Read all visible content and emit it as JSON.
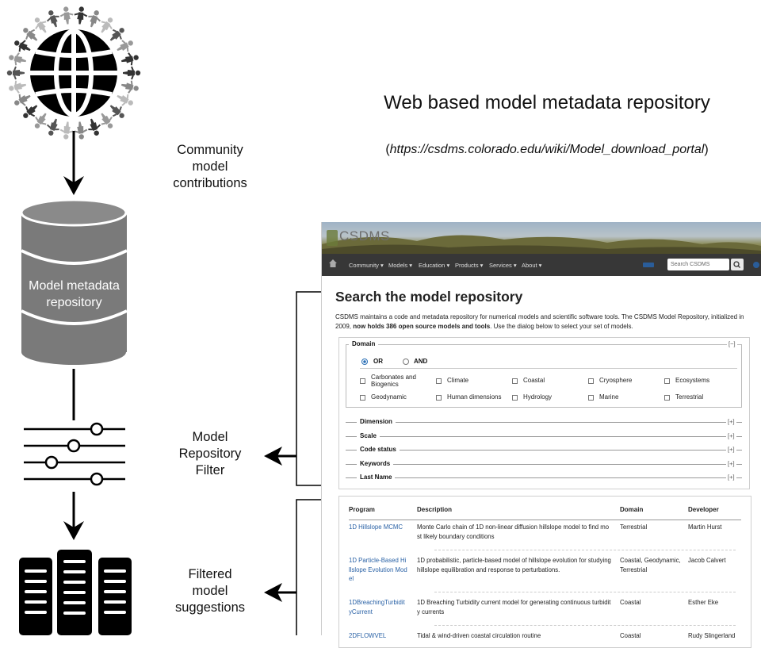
{
  "diagram": {
    "labels": {
      "community": "Community\nmodel\ncontributions",
      "db": "Model metadata\nrepository",
      "filter": "Model\nRepository\nFilter",
      "suggestions": "Filtered\nmodel\nsuggestions"
    },
    "title": "Web based model metadata repository",
    "url": "https://csdms.colorado.edu/wiki/Model_download_portal",
    "icons": [
      "globe-people-icon",
      "database-icon",
      "filter-sliders-icon",
      "servers-icon"
    ]
  },
  "site": {
    "brand": "CSDMS",
    "nav": [
      "Community ▾",
      "Models ▾",
      "Education ▾",
      "Products ▾",
      "Services ▾",
      "About ▾"
    ],
    "search_placeholder": "Search CSDMS",
    "page_title": "Search the model repository",
    "intro_a": "CSDMS maintains a code and metadata repository for numerical models and scientific software tools. The CSDMS Model Repository, initialized in 2009, ",
    "intro_bold": "now holds 386 open source models and tools",
    "intro_b": ". Use the dialog below to select your set of models."
  },
  "filter": {
    "domain_title": "Domain",
    "domain_toggle": "[−]",
    "or": "OR",
    "and": "AND",
    "domains": [
      "Carbonates and Biogenics",
      "Climate",
      "Coastal",
      "Cryosphere",
      "Ecosystems",
      "Geodynamic",
      "Human dimensions",
      "Hydrology",
      "Marine",
      "Terrestrial"
    ],
    "collapsed": [
      "Dimension",
      "Scale",
      "Code status",
      "Keywords",
      "Last Name"
    ],
    "collapsed_toggle": "[+]"
  },
  "table": {
    "headers": [
      "Program",
      "Description",
      "Domain",
      "Developer"
    ],
    "rows": [
      {
        "program": "1D Hillslope MCMC",
        "description": "Monte Carlo chain of 1D non-linear diffusion hillslope model to find most likely boundary conditions",
        "domain": "Terrestrial",
        "developer": "Martin Hurst"
      },
      {
        "program": "1D Particle-Based Hillslope Evolution Model",
        "description": "1D probabilistic, particle-based model of hillslope evolution for studying hillslope equilibration and response to perturbations.",
        "domain": "Coastal, Geodynamic, Terrestrial",
        "developer": "Jacob Calvert"
      },
      {
        "program": "1DBreachingTurbidityCurrent",
        "description": "1D Breaching Turbidity current model for generating continuous turbidity currents",
        "domain": "Coastal",
        "developer": "Esther Eke"
      },
      {
        "program": "2DFLOWVEL",
        "description": "Tidal & wind-driven coastal circulation routine",
        "domain": "Coastal",
        "developer": "Rudy Slingerland"
      }
    ]
  }
}
